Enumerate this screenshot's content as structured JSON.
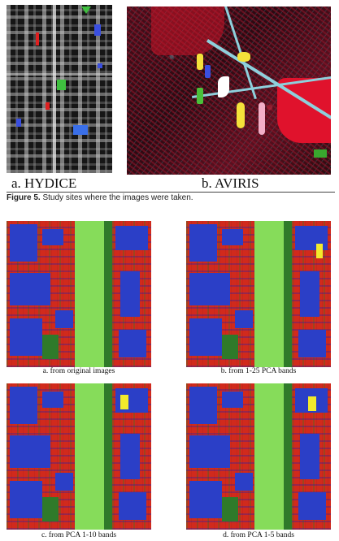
{
  "figure5": {
    "panel_a_caption": "a. HYDICE",
    "panel_b_caption": "b. AVIRIS",
    "caption_label": "Figure 5.",
    "caption_text": " Study sites where the images were taken."
  },
  "classification_maps": [
    {
      "caption": "a.  from original images"
    },
    {
      "caption": "b. from 1-25 PCA bands"
    },
    {
      "caption": "c. from PCA 1-10 bands"
    },
    {
      "caption": "d. from PCA 1-5 bands"
    }
  ],
  "colors": {
    "road_class": "#d12a1c",
    "roof_class": "#2b3fc7",
    "grass_class": "#86dc5a",
    "tree_class": "#2f7a2a",
    "highlight_class": "#f2ea2c"
  }
}
